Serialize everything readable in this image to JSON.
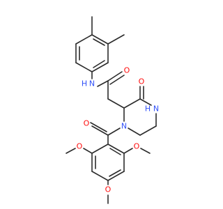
{
  "molecule": {
    "atom_labels": {
      "nh_amide": "N",
      "h_amide": "H",
      "o_amide": "O",
      "o_ketone": "O",
      "nh_ring": "N",
      "h_ring": "H",
      "n_ring": "N",
      "o_benzoyl": "O",
      "o_methoxy_left": "O",
      "o_methoxy_right": "O",
      "o_methoxy_bottom": "O"
    },
    "colors": {
      "bond": "#2b2b2b",
      "nitrogen": "#3050F8",
      "oxygen": "#FF0D0D"
    }
  }
}
